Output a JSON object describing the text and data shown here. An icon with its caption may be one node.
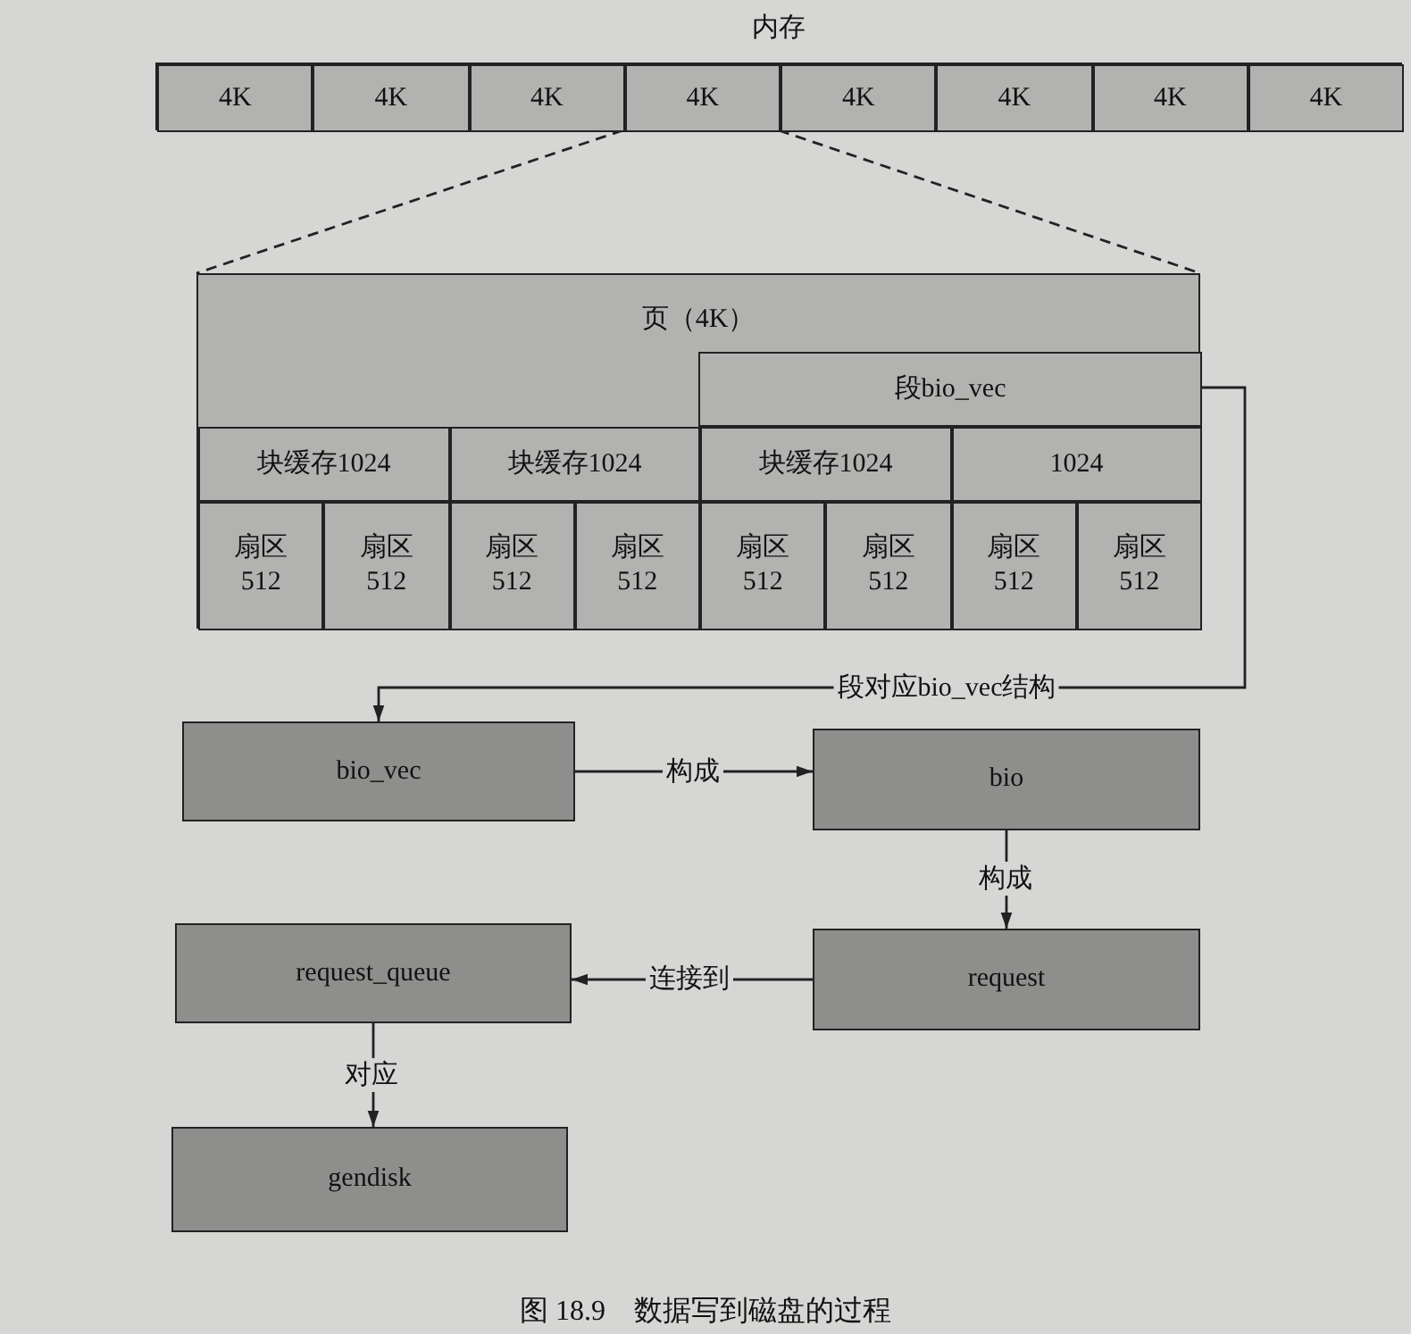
{
  "diagram": {
    "caption": "图 18.9　数据写到磁盘的过程",
    "nodes": [
      {
        "text": [
          "内存"
        ]
      },
      {
        "text": [
          "4K"
        ],
        "in": 0
      },
      {
        "text": [
          "4K"
        ],
        "in": 0
      },
      {
        "text": [
          "4K"
        ],
        "in": 0
      },
      {
        "text": [
          "4K"
        ],
        "in": 0
      },
      {
        "text": [
          "4K"
        ],
        "in": 0
      },
      {
        "text": [
          "4K"
        ],
        "in": 0
      },
      {
        "text": [
          "4K"
        ],
        "in": 0
      },
      {
        "text": [
          "4K"
        ],
        "in": 0
      },
      {
        "text": [
          "页（4K）"
        ]
      },
      {
        "text": [
          "段bio_vec"
        ],
        "in": 9
      },
      {
        "text": [
          "块缓存1024"
        ],
        "in": 9
      },
      {
        "text": [
          "块缓存1024"
        ],
        "in": 9
      },
      {
        "text": [
          "块缓存1024"
        ],
        "in": 9
      },
      {
        "text": [
          "1024"
        ],
        "in": 9
      },
      {
        "text": [
          "扇区 512"
        ],
        "in": 9
      },
      {
        "text": [
          "扇区 512"
        ],
        "in": 9
      },
      {
        "text": [
          "扇区 512"
        ],
        "in": 9
      },
      {
        "text": [
          "扇区 512"
        ],
        "in": 9
      },
      {
        "text": [
          "扇区 512"
        ],
        "in": 9
      },
      {
        "text": [
          "扇区 512"
        ],
        "in": 9
      },
      {
        "text": [
          "扇区 512"
        ],
        "in": 9
      },
      {
        "text": [
          "扇区 512"
        ],
        "in": 9
      },
      {
        "text": [
          "bio_vec"
        ]
      },
      {
        "text": [
          "bio"
        ]
      },
      {
        "text": [
          "request"
        ]
      },
      {
        "text": [
          "request_queue"
        ]
      },
      {
        "text": [
          "gendisk"
        ]
      }
    ],
    "edges": [
      {
        "from": 4,
        "to": 9,
        "arrow": "none",
        "style": "dashed"
      },
      {
        "from": 4,
        "to": 9,
        "arrow": "none",
        "style": "dashed"
      },
      {
        "from": 10,
        "to": 23,
        "arrow": "to",
        "label": "段对应bio_vec结构"
      },
      {
        "from": 23,
        "to": 24,
        "arrow": "to",
        "label": "构成"
      },
      {
        "from": 24,
        "to": 25,
        "arrow": "to",
        "label": "构成"
      },
      {
        "from": 25,
        "to": 26,
        "arrow": "to",
        "label": "连接到"
      },
      {
        "from": 26,
        "to": 27,
        "arrow": "to",
        "label": "对应"
      }
    ]
  }
}
